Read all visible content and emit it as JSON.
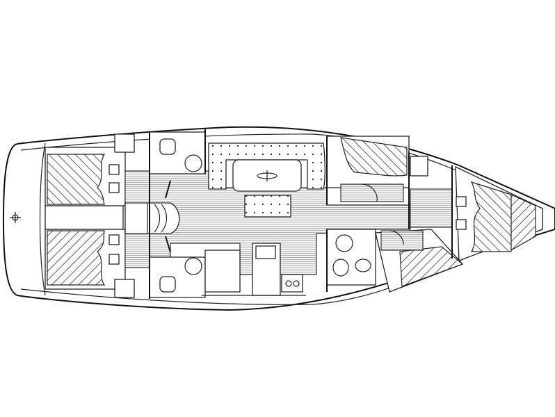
{
  "diagram": {
    "type": "sailboat-interior-layout",
    "orientation": "bow-right",
    "background_color": "#ffffff",
    "line_color": "#222222",
    "text_labels": [],
    "cabins": [
      {
        "id": "aft-port-cabin",
        "position": "stern-top",
        "has_double_berth": true
      },
      {
        "id": "aft-starboard-cabin",
        "position": "stern-bottom",
        "has_double_berth": true
      },
      {
        "id": "mid-port-cabin",
        "position": "mid-right-top",
        "has_double_berth": true
      },
      {
        "id": "mid-starboard-cabin",
        "position": "mid-right-bottom",
        "has_double_berth": true
      },
      {
        "id": "forepeak-cabin",
        "position": "bow",
        "has_v_berth": true
      }
    ],
    "heads": [
      {
        "id": "aft-port-head",
        "position": "aft-top"
      },
      {
        "id": "aft-starboard-head",
        "position": "aft-bottom"
      },
      {
        "id": "forward-starboard-head",
        "position": "forward-bottom"
      }
    ],
    "saloon": {
      "has_u_settee": true,
      "has_table": true,
      "has_chart_table": false
    },
    "galley": {
      "position": "center-bottom",
      "has_sink": true,
      "has_stove": true
    },
    "companionway": {
      "position": "aft-center"
    },
    "symbols": [
      "compass-rose-table-inlay",
      "crosshair-marker",
      "shower-drain",
      "toilet"
    ]
  }
}
